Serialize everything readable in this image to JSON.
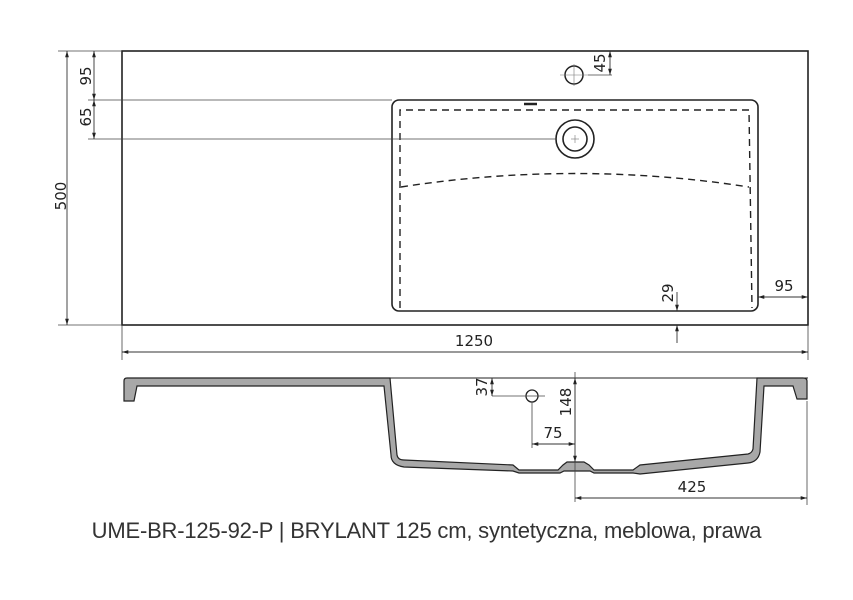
{
  "caption": "UME-BR-125-92-P | BRYLANT 125 cm, syntetyczna, meblowa, prawa",
  "top_view": {
    "dimensions": {
      "overall_depth": "500",
      "edge_to_tap_hole_row": "95",
      "tap_row_to_drain": "65",
      "tap_hole_offset": "45",
      "front_edge_to_basin": "29",
      "right_edge_to_basin": "95",
      "overall_width": "1250"
    }
  },
  "section_view": {
    "dimensions": {
      "overflow_height": "37",
      "basin_depth": "148",
      "overflow_to_drain": "75",
      "drain_to_right_edge": "425"
    }
  },
  "colors": {
    "line": "#222222",
    "section_fill": "#a8a8a8",
    "dim_line": "#333333"
  }
}
